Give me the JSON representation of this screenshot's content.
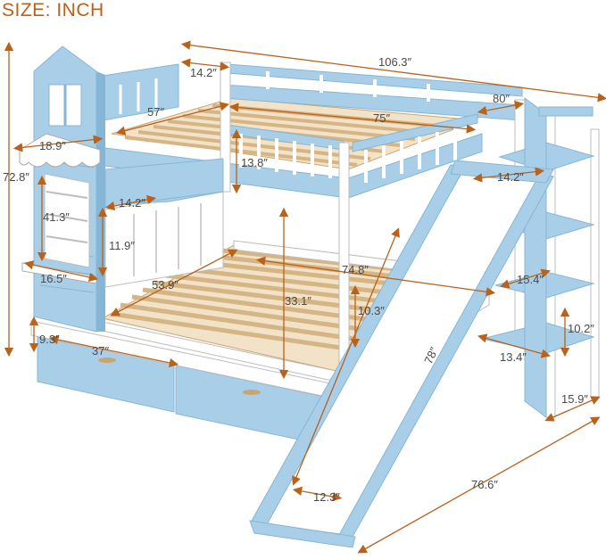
{
  "title": "SIZE: INCH",
  "colors": {
    "blue": "#a9cfe8",
    "blue_dark": "#86b6d6",
    "white": "#f7f7f7",
    "wood": "#e8cda3",
    "wood_dark": "#c9a571",
    "dimension": "#b8621b",
    "text": "#4a4a4a"
  },
  "dimensions": {
    "total_length": "106.3″",
    "guardrail_top": "14.2″",
    "ladder_width": "80″",
    "upper_bed_width": "57″",
    "upper_bed_length": "75″",
    "roof_width": "18.9″",
    "upper_rail_height": "13.8″",
    "total_height": "72.8″",
    "slide_top": "14.2″",
    "stair_height": "41.3″",
    "stair_depth": "14.2″",
    "stair_step": "11.9″",
    "lower_bed_width": "53.9″",
    "lower_bed_length": "74.8″",
    "awning_width": "16.5″",
    "clearance": "33.1″",
    "lower_rail_height": "10.3″",
    "shelf_depth": "15.4″",
    "shelf_gap": "10.2″",
    "drawer_height": "9.3″",
    "drawer_width": "37″",
    "slide_length": "78″",
    "shelf_width": "13.4″",
    "base_depth": "15.9″",
    "slide_width": "12.3″",
    "total_width": "76.6″"
  }
}
